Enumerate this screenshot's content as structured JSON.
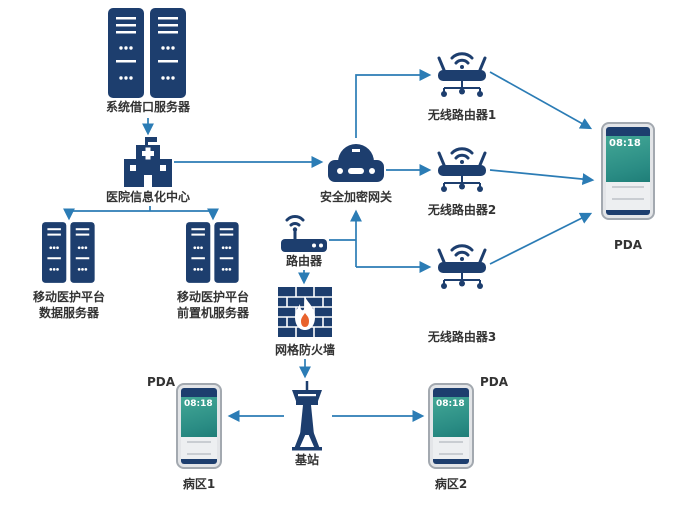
{
  "colors": {
    "node_icon": "#1d3e6e",
    "connector": "#2b7cb5",
    "label_text": "#333333",
    "pda_screen": "#2f9c8e",
    "flame": "#e8622c"
  },
  "icons": {
    "interface_server": "server-rack-icon",
    "hospital_center": "hospital-building-icon",
    "data_server": "server-rack-icon",
    "frontend_server": "server-rack-icon",
    "security_gateway": "gateway-device-icon",
    "router": "wifi-router-icon",
    "firewall": "brick-wall-flame-icon",
    "base_station": "signal-tower-icon",
    "wireless_router": "wireless-router-icon",
    "pda": "smartphone-icon"
  },
  "nodes": {
    "interface_server": {
      "label": "系统借口服务器"
    },
    "hospital_center": {
      "label": "医院信息化中心"
    },
    "data_server": {
      "line1": "移动医护平台",
      "line2": "数据服务器"
    },
    "frontend_server": {
      "line1": "移动医护平台",
      "line2": "前置机服务器"
    },
    "security_gateway": {
      "label": "安全加密网关"
    },
    "router": {
      "label": "路由器"
    },
    "firewall": {
      "label": "网格防火墙"
    },
    "base_station": {
      "label": "基站"
    },
    "wireless_router_1": {
      "label": "无线路由器1"
    },
    "wireless_router_2": {
      "label": "无线路由器2"
    },
    "wireless_router_3": {
      "label": "无线路由器3"
    },
    "pda_main": {
      "label": "PDA",
      "screen_time": "08:18"
    },
    "pda_ward1": {
      "label": "PDA",
      "ward": "病区1",
      "screen_time": "08:18"
    },
    "pda_ward2": {
      "label": "PDA",
      "ward": "病区2",
      "screen_time": "08:18"
    }
  }
}
